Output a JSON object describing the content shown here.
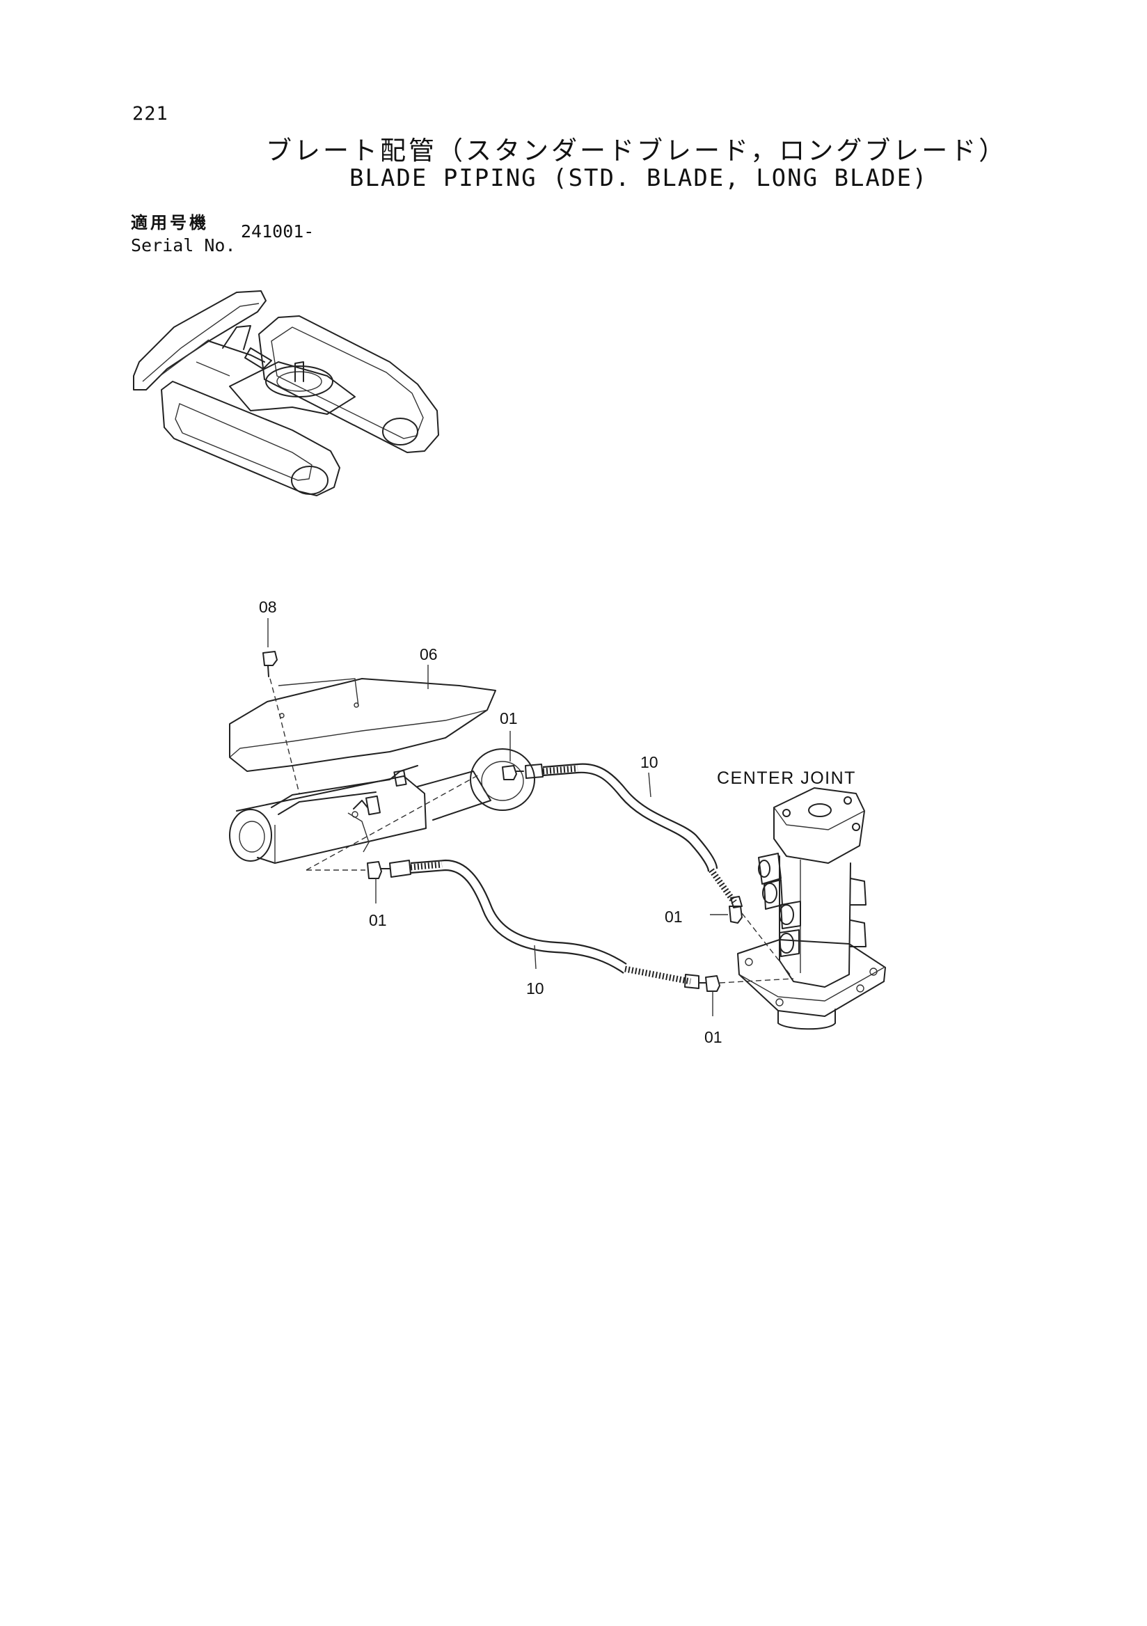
{
  "header": {
    "page_number": "221",
    "title_jp": "ブレート配管（スタンダードブレード，ロングブレード）",
    "title_en": "BLADE PIPING (STD. BLADE, LONG BLADE)"
  },
  "serial": {
    "label_jp": "適用号機",
    "label_en": "Serial No.",
    "value": "241001-"
  },
  "diagram": {
    "component_label": "CENTER JOINT",
    "callouts": {
      "c08": "08",
      "c06": "06",
      "c01_top": "01",
      "c10_top": "10",
      "c01_left": "01",
      "c01_right": "01",
      "c10_bottom": "10",
      "c01_bottom": "01"
    }
  }
}
